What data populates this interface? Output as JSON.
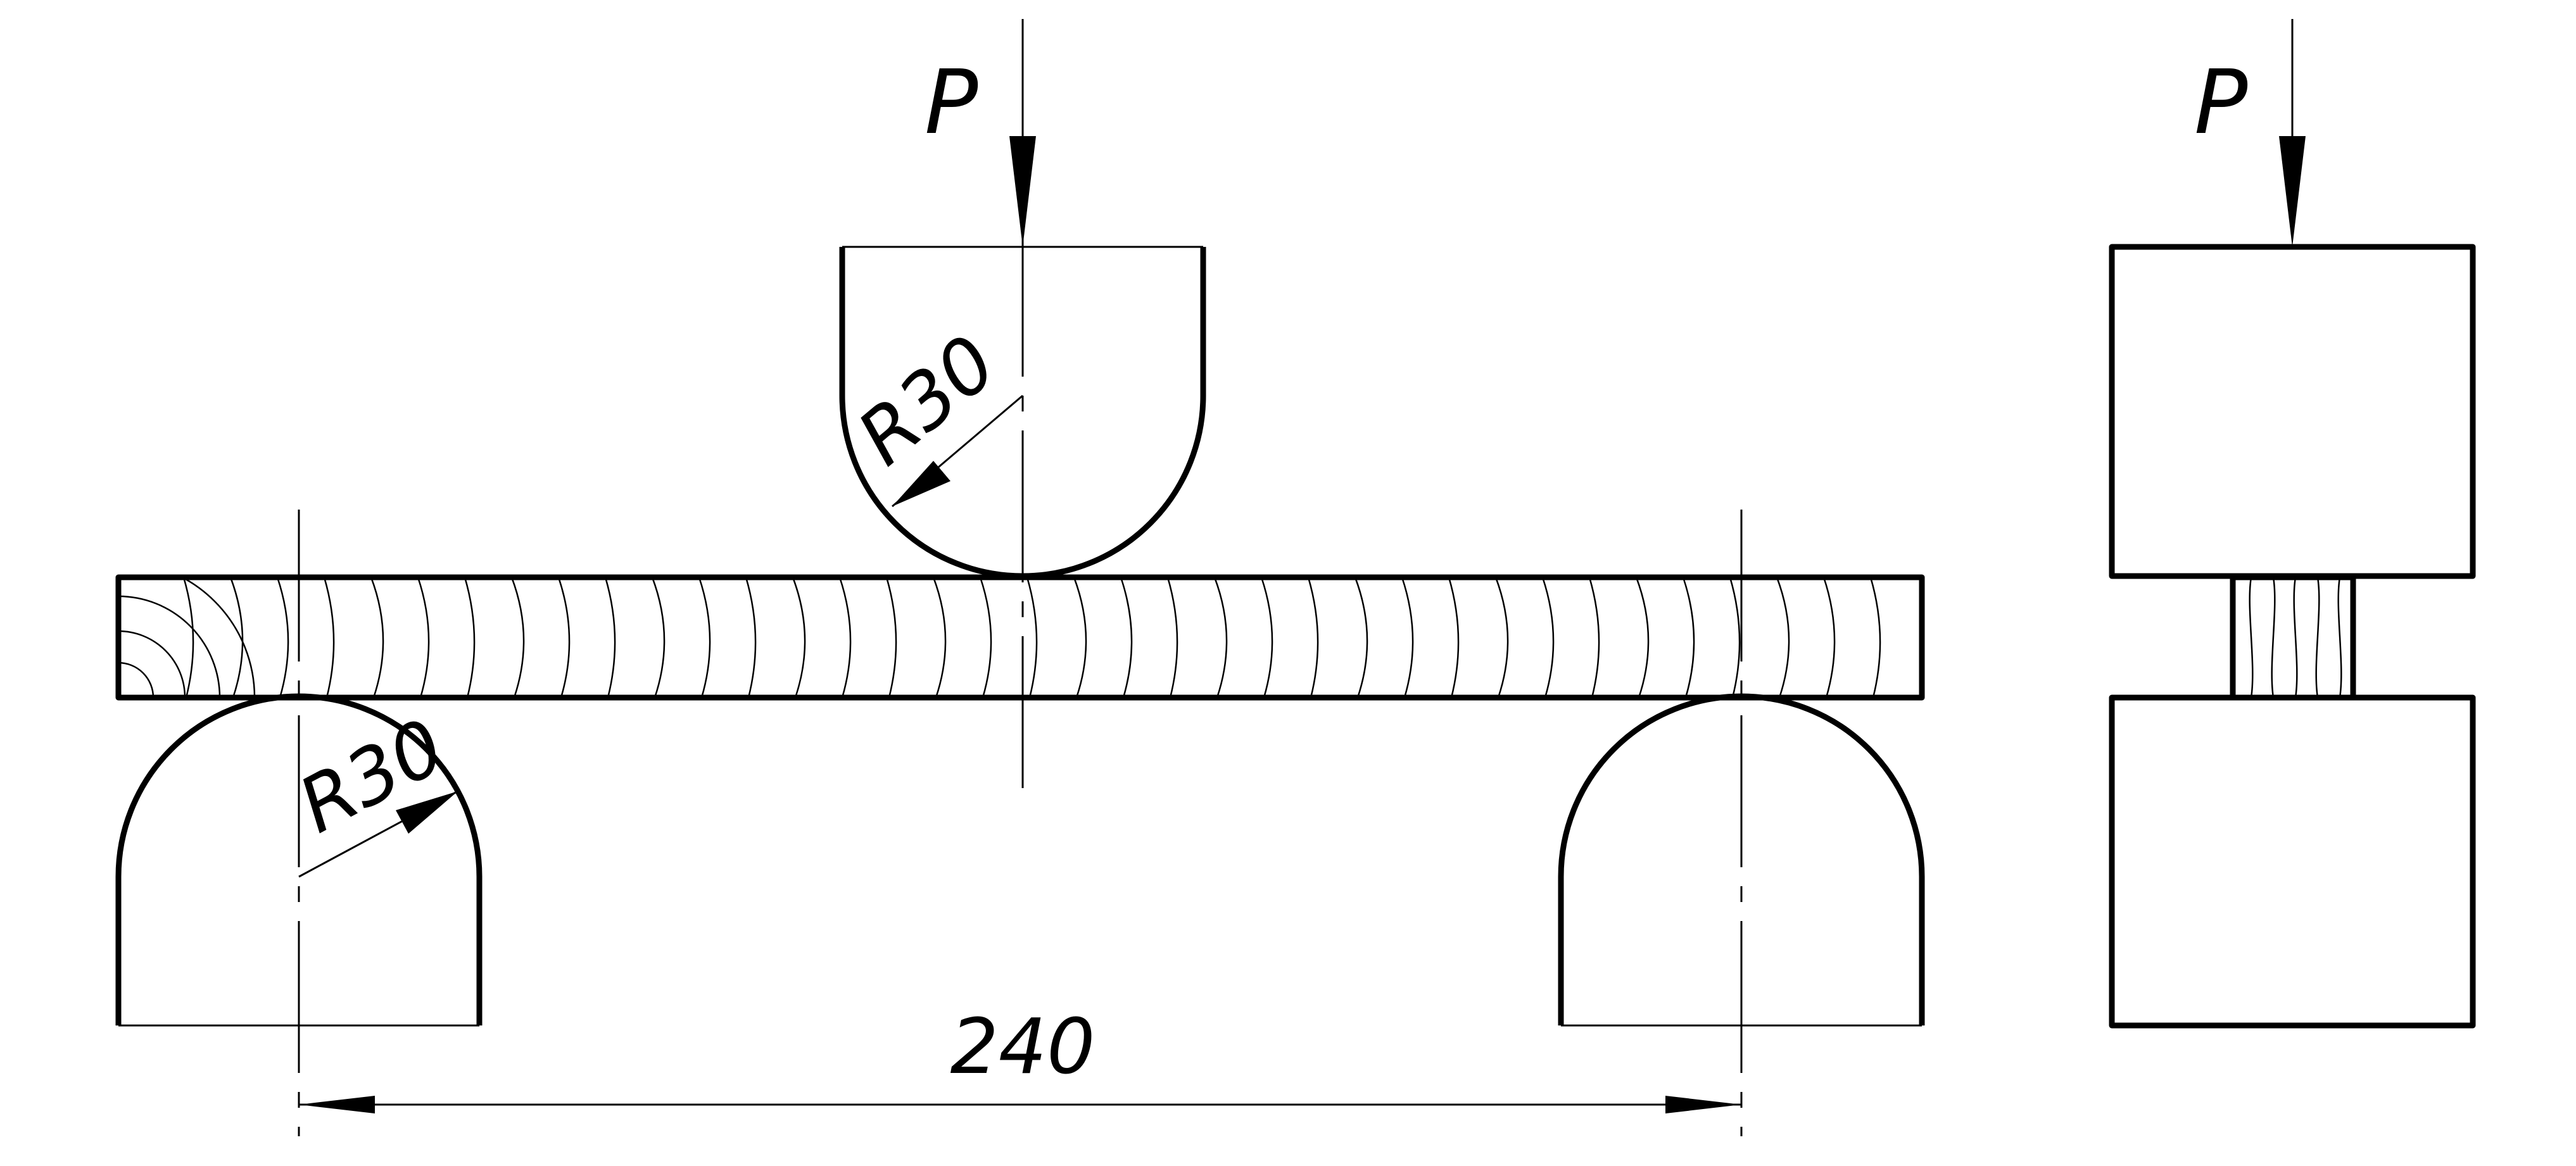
{
  "drawing": {
    "force_label_main": "P",
    "force_label_side": "P",
    "radius_label_top": "R30",
    "radius_label_left": "R30",
    "span_label": "240"
  },
  "colors": {
    "line": "#000000",
    "specimen_fill": "#e0e0e0",
    "background": "#ffffff"
  }
}
